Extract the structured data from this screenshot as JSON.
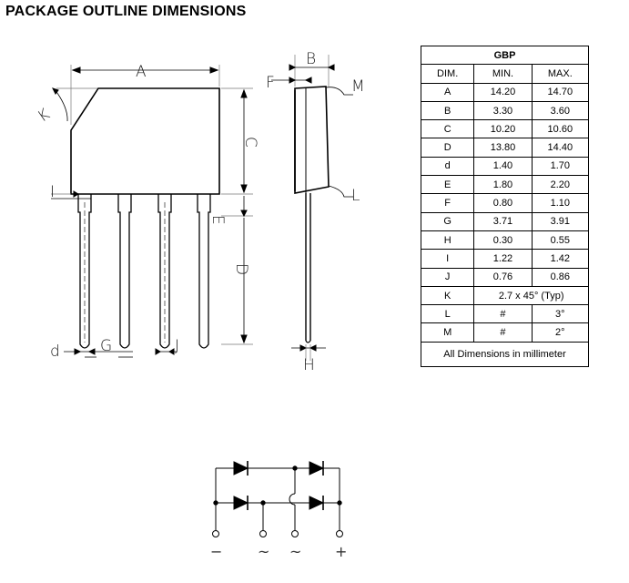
{
  "title": "PACKAGE OUTLINE DIMENSIONS",
  "drawing_labels": {
    "A": "A",
    "B": "B",
    "C": "C",
    "D": "D",
    "E": "E",
    "F": "F",
    "G": "G",
    "H": "H",
    "I": "I",
    "J": "J",
    "K": "K",
    "L": "L",
    "M": "M",
    "d": "d"
  },
  "table": {
    "package": "GBP",
    "headers": [
      "DIM.",
      "MIN.",
      "MAX."
    ],
    "rows": [
      {
        "dim": "A",
        "min": "14.20",
        "max": "14.70"
      },
      {
        "dim": "B",
        "min": "3.30",
        "max": "3.60"
      },
      {
        "dim": "C",
        "min": "10.20",
        "max": "10.60"
      },
      {
        "dim": "D",
        "min": "13.80",
        "max": "14.40"
      },
      {
        "dim": "d",
        "min": "1.40",
        "max": "1.70"
      },
      {
        "dim": "E",
        "min": "1.80",
        "max": "2.20"
      },
      {
        "dim": "F",
        "min": "0.80",
        "max": "1.10"
      },
      {
        "dim": "G",
        "min": "3.71",
        "max": "3.91"
      },
      {
        "dim": "H",
        "min": "0.30",
        "max": "0.55"
      },
      {
        "dim": "I",
        "min": "1.22",
        "max": "1.42"
      },
      {
        "dim": "J",
        "min": "0.76",
        "max": "0.86"
      }
    ],
    "row_k": {
      "dim": "K",
      "value": "2.7 x 45° (Typ)"
    },
    "row_l": {
      "dim": "L",
      "min": "#",
      "max": "3°"
    },
    "row_m": {
      "dim": "M",
      "min": "#",
      "max": "2°"
    },
    "footer": "All Dimensions in millimeter"
  },
  "schematic_symbols": [
    "−",
    "~",
    "~",
    "+"
  ]
}
